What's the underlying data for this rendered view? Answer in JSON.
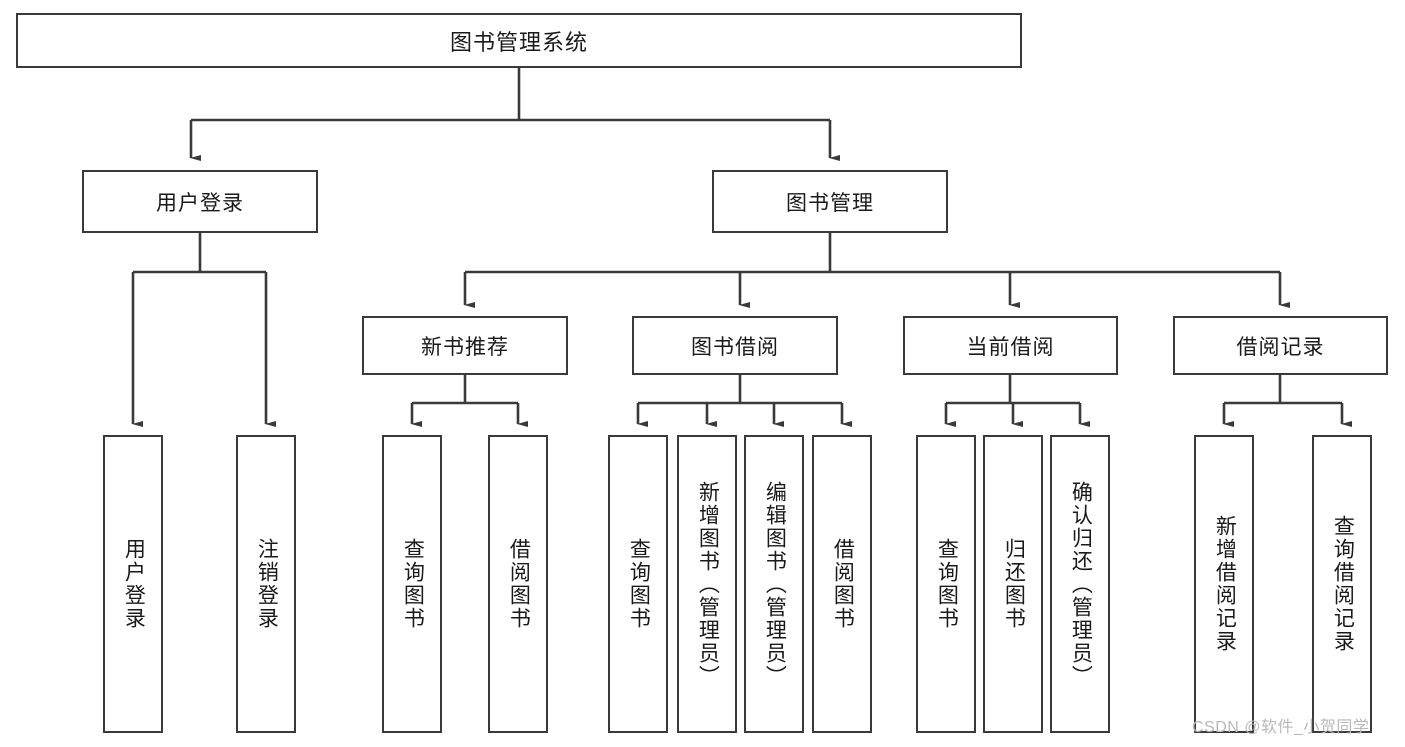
{
  "diagram": {
    "type": "tree-hierarchy-diagram",
    "title": "图书管理系统",
    "root": {
      "label": "图书管理系统"
    },
    "level2": [
      {
        "label": "用户登录"
      },
      {
        "label": "图书管理"
      }
    ],
    "level3": [
      {
        "label": "新书推荐"
      },
      {
        "label": "图书借阅"
      },
      {
        "label": "当前借阅"
      },
      {
        "label": "借阅记录"
      }
    ],
    "leaves": {
      "user_login": [
        {
          "label": "用户登录"
        },
        {
          "label": "注销登录"
        }
      ],
      "new_book_recommend": [
        {
          "label": "查询图书"
        },
        {
          "label": "借阅图书"
        }
      ],
      "book_borrow": [
        {
          "label": "查询图书"
        },
        {
          "label": "新增图书（管理员）"
        },
        {
          "label": "编辑图书（管理员）"
        },
        {
          "label": "借阅图书"
        }
      ],
      "current_borrow": [
        {
          "label": "查询图书"
        },
        {
          "label": "归还图书"
        },
        {
          "label": "确认归还（管理员）"
        }
      ],
      "borrow_record": [
        {
          "label": "新增借阅记录"
        },
        {
          "label": "查询借阅记录"
        }
      ]
    },
    "watermark": "CSDN @软件_小贺同学",
    "colors": {
      "box_border": "#3a3a3a",
      "box_fill": "#ffffff",
      "link": "#3a3a3a",
      "text": "#1a1a1a",
      "watermark": "#b9b9b9"
    }
  }
}
